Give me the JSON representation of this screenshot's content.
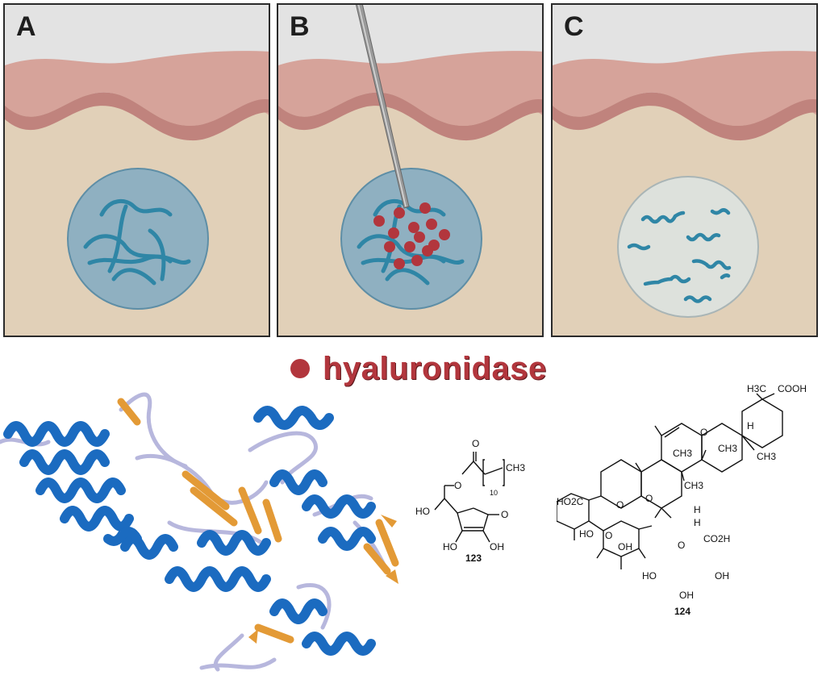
{
  "panels": [
    {
      "label": "A"
    },
    {
      "label": "B"
    },
    {
      "label": "C"
    }
  ],
  "legend": {
    "label": "hyaluronidase",
    "color": "#b2363d"
  },
  "colors": {
    "sky": "#e3e3e3",
    "epidermis": "#d6a39a",
    "dermis": "#e1d0b8",
    "filler_sphere": "#8fb0c1",
    "degraded_sphere": "#dde1dc",
    "hyaluronic_chain": "#2f86a6",
    "enzyme_dot": "#b2363d",
    "protein_helix": "#1b6bc0",
    "protein_sheet": "#e39a36",
    "protein_loop": "#b7b7dd"
  },
  "icons": [
    "needle-icon",
    "hyaluronic-acid-chain-icon",
    "enzyme-dot-icon"
  ],
  "structures": {
    "compound_123": {
      "number": "123",
      "subscript": "10",
      "atoms": [
        "O",
        "CH3",
        "HO",
        "O",
        "O",
        "HO",
        "OH"
      ]
    },
    "compound_124": {
      "number": "124",
      "atoms": [
        "H3C",
        "COOH",
        "O",
        "H",
        "CH3",
        "CH3",
        "CH3",
        "CH3",
        "H",
        "HO2C",
        "O",
        "O",
        "H",
        "HO",
        "OH",
        "O",
        "CO2H",
        "O",
        "HO",
        "OH",
        "OH"
      ]
    }
  }
}
